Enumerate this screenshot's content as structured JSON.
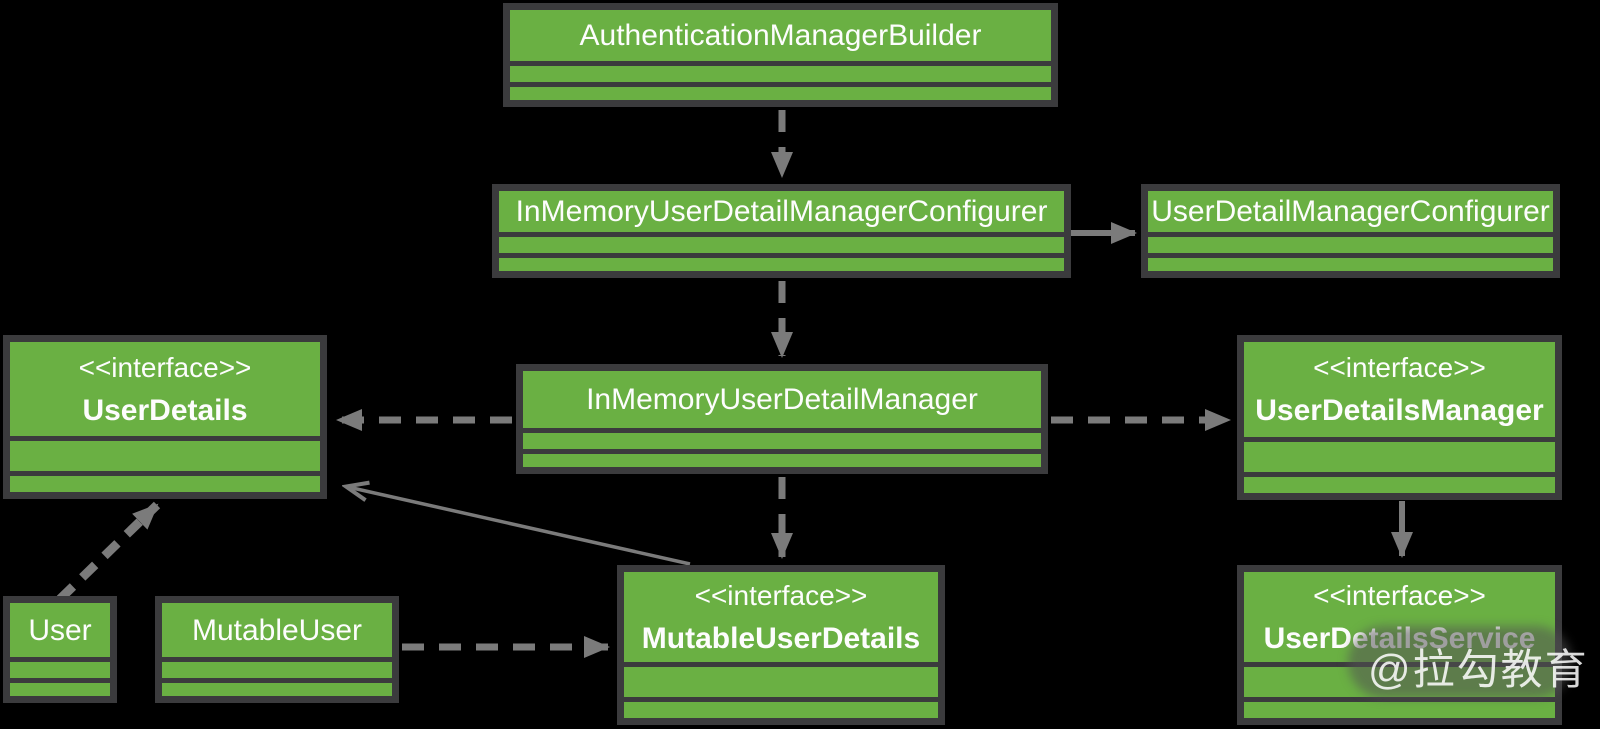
{
  "colors": {
    "background": "#000000",
    "box_fill": "#6ab043",
    "box_border": "#3b3b3d",
    "connector": "#7b7b7b",
    "text": "#fdfdfd"
  },
  "classes": {
    "authentication_manager_builder": {
      "name": "AuthenticationManagerBuilder"
    },
    "in_memory_user_detail_manager_configurer": {
      "name": "InMemoryUserDetailManagerConfigurer"
    },
    "user_detail_manager_configurer": {
      "name": "UserDetailManagerConfigurer"
    },
    "user_details": {
      "stereotype": "<<interface>>",
      "name": "UserDetails"
    },
    "in_memory_user_detail_manager": {
      "name": "InMemoryUserDetailManager"
    },
    "user_details_manager": {
      "stereotype": "<<interface>>",
      "name": "UserDetailsManager"
    },
    "mutable_user_details": {
      "stereotype": "<<interface>>",
      "name": "MutableUserDetails"
    },
    "user_details_service": {
      "stereotype": "<<interface>>",
      "name": "UserDetailsService"
    },
    "user": {
      "name": "User"
    },
    "mutable_user": {
      "name": "MutableUser"
    }
  },
  "relationships": [
    {
      "from": "AuthenticationManagerBuilder",
      "to": "InMemoryUserDetailManagerConfigurer",
      "style": "dashed-arrow"
    },
    {
      "from": "InMemoryUserDetailManagerConfigurer",
      "to": "UserDetailManagerConfigurer",
      "style": "solid-arrow"
    },
    {
      "from": "InMemoryUserDetailManagerConfigurer",
      "to": "InMemoryUserDetailManager",
      "style": "dashed-arrow"
    },
    {
      "from": "InMemoryUserDetailManager",
      "to": "UserDetails",
      "style": "dashed-arrow"
    },
    {
      "from": "InMemoryUserDetailManager",
      "to": "UserDetailsManager",
      "style": "dashed-arrow"
    },
    {
      "from": "InMemoryUserDetailManager",
      "to": "MutableUserDetails",
      "style": "dashed-arrow"
    },
    {
      "from": "UserDetailsManager",
      "to": "UserDetailsService",
      "style": "solid-arrow"
    },
    {
      "from": "MutableUserDetails",
      "to": "UserDetails",
      "style": "solid-open-arrow"
    },
    {
      "from": "MutableUser",
      "to": "MutableUserDetails",
      "style": "dashed-arrow"
    },
    {
      "from": "User",
      "to": "UserDetails",
      "style": "dashed-arrow"
    }
  ],
  "watermark": {
    "text": "@拉勾教育"
  }
}
